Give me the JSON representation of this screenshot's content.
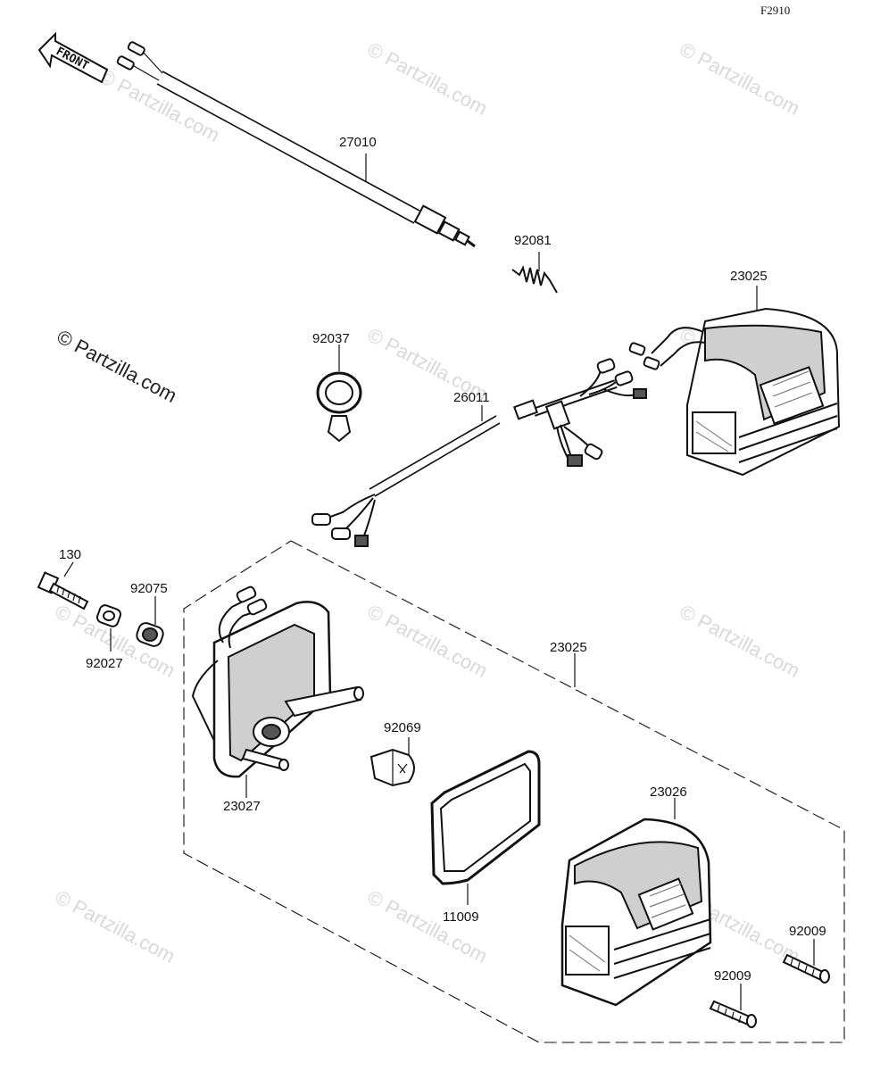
{
  "figure_code": "F2910",
  "direction_label": "FRONT",
  "watermark": "© Partzilla.com",
  "watermark_main": "© Partzilla.com",
  "parts": {
    "p27010": "27010",
    "p92081": "92081",
    "p23025_top": "23025",
    "p92037": "92037",
    "p26011": "26011",
    "p130": "130",
    "p92075": "92075",
    "p92027": "92027",
    "p23025_assy": "23025",
    "p92069": "92069",
    "p23027": "23027",
    "p23026": "23026",
    "p11009": "11009",
    "p92009_a": "92009",
    "p92009_b": "92009"
  }
}
